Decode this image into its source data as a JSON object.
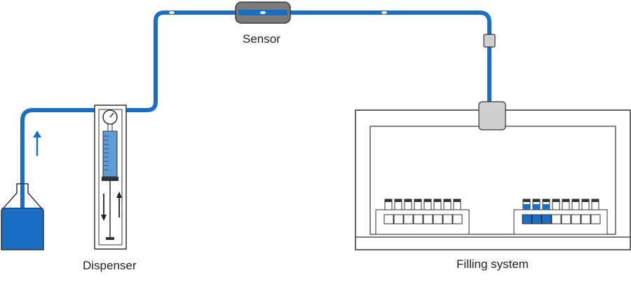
{
  "labels": {
    "sensor": "Sensor",
    "dispenser": "Dispenser",
    "filling_system": "Filling system"
  },
  "colors": {
    "tube": "#1a6fc4",
    "liquid": "#1a6fc4",
    "outline": "#333333",
    "component_gray": "#cfcfcf",
    "sensor_dark": "#7a7a7a"
  },
  "icons": [
    "flow-arrow-up-icon",
    "plunger-down-arrow-icon",
    "plunger-up-arrow-icon",
    "pressure-gauge-icon"
  ]
}
